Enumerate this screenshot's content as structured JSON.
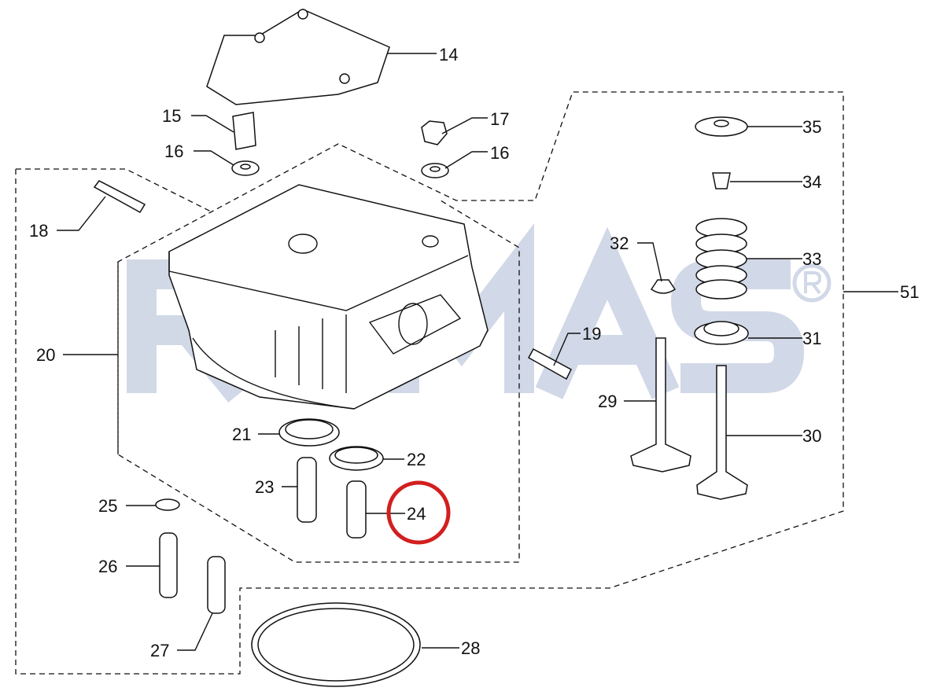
{
  "diagram": {
    "title": "Cylinder head exploded parts diagram",
    "watermark": "REMAS",
    "watermark_mark": "®",
    "highlight_color": "#d21f1f",
    "highlighted_part": "24",
    "callouts": {
      "c14": "14",
      "c15": "15",
      "c16a": "16",
      "c16b": "16",
      "c17": "17",
      "c18": "18",
      "c19": "19",
      "c20": "20",
      "c21": "21",
      "c22": "22",
      "c23": "23",
      "c24": "24",
      "c25": "25",
      "c26": "26",
      "c27": "27",
      "c28": "28",
      "c29": "29",
      "c30": "30",
      "c31": "31",
      "c32": "32",
      "c33": "33",
      "c34": "34",
      "c35": "35",
      "c51": "51"
    }
  }
}
